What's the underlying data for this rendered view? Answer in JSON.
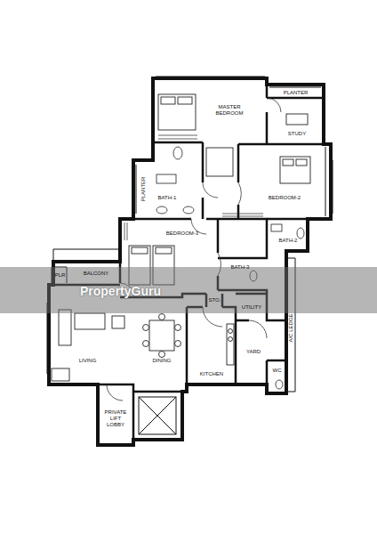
{
  "diagram": {
    "labels": [
      "PLANTER",
      "MASTER BEDROOM",
      "STUDY",
      "PLANTER",
      "BATH-1",
      "BEDROOM-2",
      "BATH-2",
      "BEDROOM-3",
      "BATH-3",
      "PLR",
      "BALCONY",
      "PropertyGuru",
      "STO.",
      "UTILITY",
      "A/C LEDGE",
      "DINING",
      "LIVING",
      "YARD",
      "KITCHEN",
      "WC",
      "PRIVATE LIFT LOBBY"
    ]
  }
}
